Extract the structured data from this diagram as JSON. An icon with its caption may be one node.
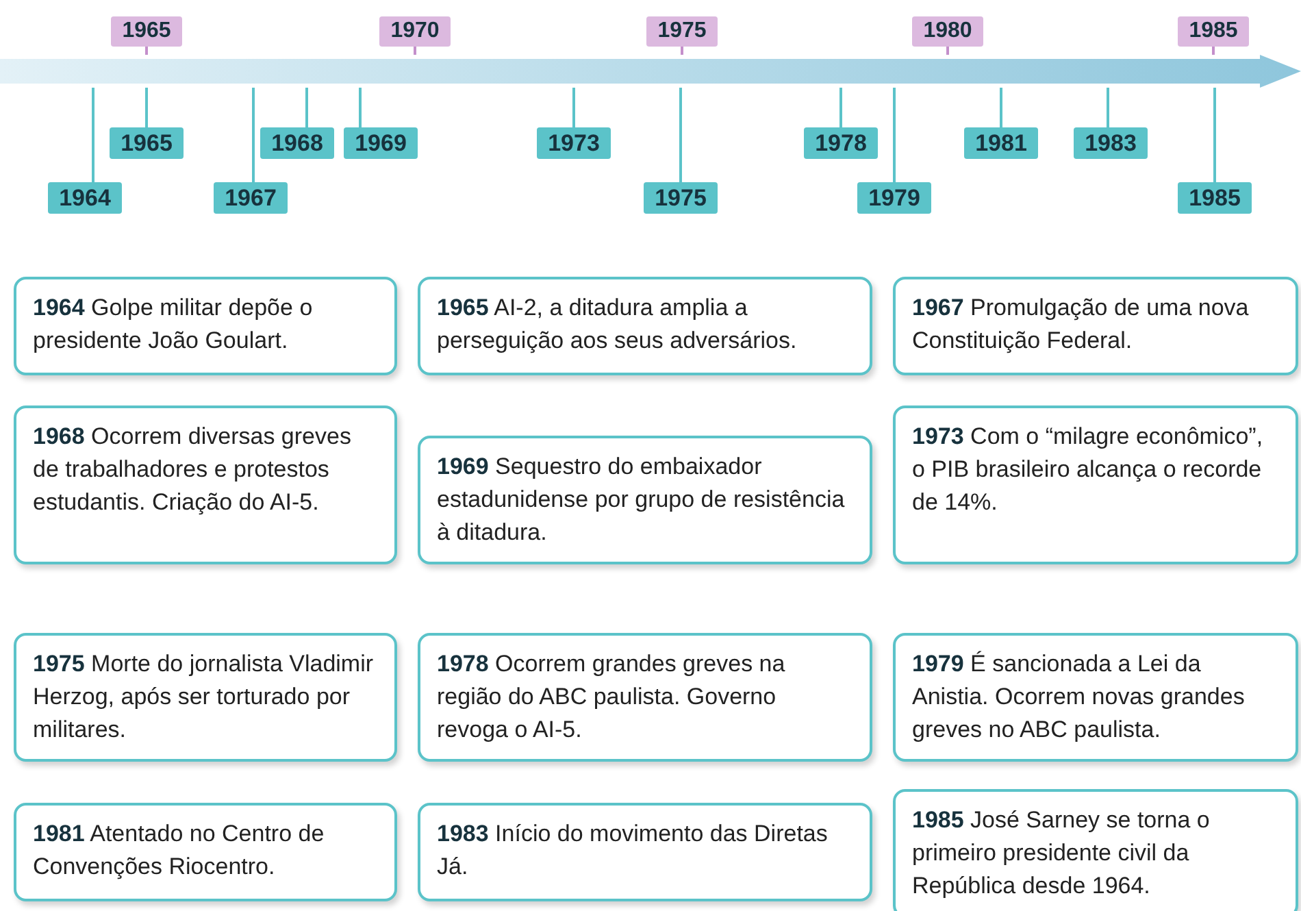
{
  "diagram": {
    "nodes": [
      {
        "text": [],
        "shape": "bar"
      },
      {
        "text": [
          "1964"
        ]
      },
      {
        "text": [
          "1965"
        ]
      },
      {
        "text": [
          "1967"
        ]
      },
      {
        "text": [
          "1968"
        ]
      },
      {
        "text": [
          "1969"
        ]
      },
      {
        "text": [
          "1973"
        ]
      },
      {
        "text": [
          "1975"
        ]
      },
      {
        "text": [
          "1978"
        ]
      },
      {
        "text": [
          "1979"
        ]
      },
      {
        "text": [
          "1981"
        ]
      },
      {
        "text": [
          "1983"
        ]
      },
      {
        "text": [
          "1985"
        ]
      },
      {
        "text": [
          "**1964** Golpe militar depõe o presidente João Goulart."
        ]
      },
      {
        "text": [
          "**1965** AI-2, a ditadura amplia a perseguição aos seus adversários."
        ]
      },
      {
        "text": [
          "**1967** Promulgação de uma nova Constituição Federal."
        ]
      },
      {
        "text": [
          "**1968** Ocorrem diversas greves de trabalhadores e protestos estudantis. Criação do AI-5."
        ]
      },
      {
        "text": [
          "**1969** Sequestro do embaixador estadunidense por grupo de resistência à ditadura."
        ]
      },
      {
        "text": [
          "**1973** Com o “milagre econômico”, o PIB brasileiro alcança o recorde de 14%."
        ]
      },
      {
        "text": [
          "**1975** Morte do jornalista Vladimir Herzog, após ser torturado por militares."
        ]
      },
      {
        "text": [
          "**1978** Ocorrem grandes greves na região do ABC paulista. Governo revoga o AI-5."
        ]
      },
      {
        "text": [
          "**1979** É sancionada a Lei da Anistia. Ocorrem novas grandes greves no ABC paulista."
        ]
      },
      {
        "text": [
          "**1981** Atentado no Centro de Convenções Riocentro."
        ]
      },
      {
        "text": [
          "**1983** Início do movimento das Diretas Já."
        ]
      },
      {
        "text": [
          "**1985** José Sarney se torna o primeiro presidente civil da República desde 1964."
        ]
      }
    ],
    "edges": [
      {
        "from": 1,
        "to": 0,
        "arrow": "none"
      },
      {
        "from": 2,
        "to": 0,
        "arrow": "none"
      },
      {
        "from": 3,
        "to": 0,
        "arrow": "none"
      },
      {
        "from": 4,
        "to": 0,
        "arrow": "none"
      },
      {
        "from": 5,
        "to": 0,
        "arrow": "none"
      },
      {
        "from": 6,
        "to": 0,
        "arrow": "none"
      },
      {
        "from": 7,
        "to": 0,
        "arrow": "none"
      },
      {
        "from": 8,
        "to": 0,
        "arrow": "none"
      },
      {
        "from": 9,
        "to": 0,
        "arrow": "none"
      },
      {
        "from": 10,
        "to": 0,
        "arrow": "none"
      },
      {
        "from": 11,
        "to": 0,
        "arrow": "none"
      },
      {
        "from": 12,
        "to": 0,
        "arrow": "none"
      }
    ],
    "labels": [
      "1965",
      "1970",
      "1975",
      "1980",
      "1985"
    ]
  }
}
